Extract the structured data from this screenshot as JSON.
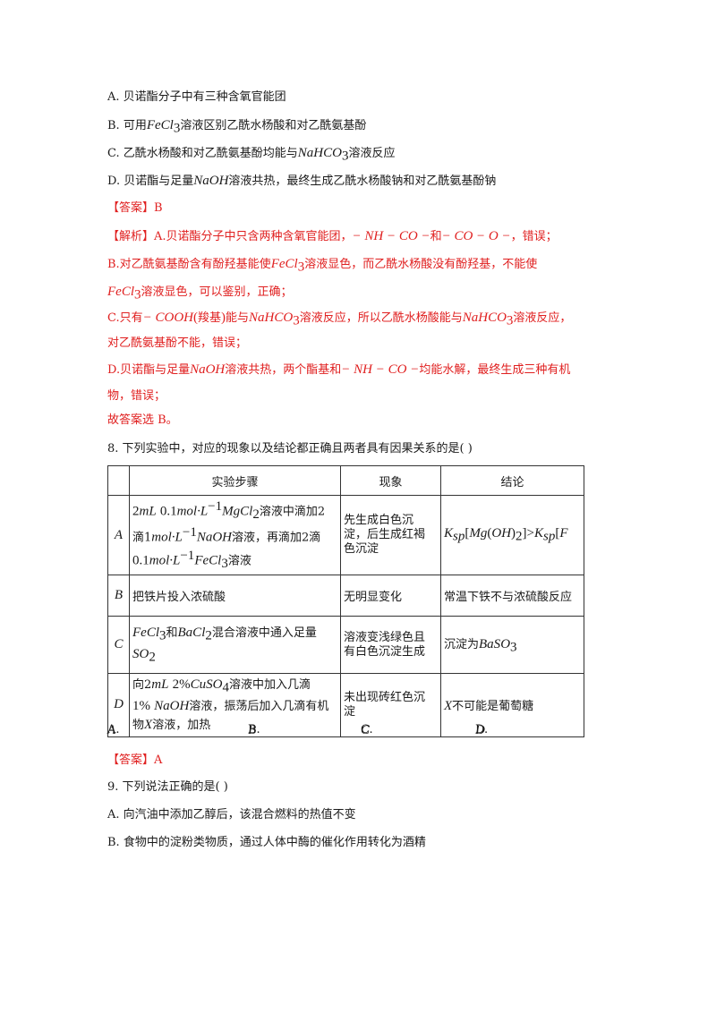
{
  "q7": {
    "option_a": "A. 贝诺酯分子中有三种含氧官能团",
    "option_b": [
      "B. 可用",
      "FeC",
      "l",
      "3",
      "溶液区别乙酰水杨酸和对乙酰氨基酚"
    ],
    "option_c": [
      "C. 乙酰水杨酸和对乙酰氨基酚均能与",
      "NaHC",
      "O",
      "3",
      "溶液反应"
    ],
    "option_d": [
      "D. 贝诺酯与足量",
      "NaOH",
      "溶液共热，最终生成乙酰水杨酸钠和对乙酰氨基酚钠"
    ],
    "answer": "【答案】B",
    "analysis": {
      "l1": [
        "【解析】A.贝诺酯分子中只含两种含氧官能团，",
        "− NH − CO −",
        "和",
        "− CO − O −",
        "，错误；"
      ],
      "l2": [
        "B.对乙酰氨基酚含有酚羟基能使",
        "FeC",
        "l",
        "3",
        "溶液显色，而乙酰水杨酸没有酚羟基，不能使"
      ],
      "l3": [
        "FeC",
        "l",
        "3",
        "溶液显色，可以鉴别，正确；"
      ],
      "l4": [
        "C.只有",
        "− COOH",
        "(",
        "羧基",
        ")",
        "能与",
        "NaHC",
        "O",
        "3",
        "溶液反应，所以乙酰水杨酸能与",
        "NaHC",
        "O",
        "3",
        "溶液反应，"
      ],
      "l5": "对乙酰氨基酚不能，错误；",
      "l6": [
        "D.贝诺酯与足量",
        "NaOH",
        "溶液共热，两个酯基和",
        "− NH − CO −",
        "均能水解，最终生成三种有机"
      ],
      "l7": "物，错误；",
      "l8": "故答案选 B。"
    }
  },
  "q8": {
    "stem": "8. 下列实验中，对应的现象以及结论都正确且两者具有因果关系的是(    )",
    "headers": [
      "",
      "实验步骤",
      "现象",
      "结论"
    ],
    "rows": [
      {
        "label": "A",
        "step": [
          "2",
          "mL",
          "0.1",
          "mol·L",
          "−1",
          "MgC",
          "l",
          "2",
          "溶液中滴加2",
          "滴1",
          "mol·L",
          "−1",
          "NaOH",
          "溶液，再滴加2滴",
          "0.1",
          "mol·L",
          "−1",
          "FeC",
          "l",
          "3",
          "溶液"
        ],
        "phenomenon": [
          "先生成白色沉",
          "淀，后生成红褐",
          "色沉淀"
        ],
        "conclusion": [
          "K",
          "sp",
          "[",
          "Mg",
          "(",
          "OH",
          ")",
          "2",
          "]",
          ">",
          "K",
          "sp",
          "[",
          "F"
        ]
      },
      {
        "label": "B",
        "step": "把铁片投入浓硫酸",
        "phenomenon": "无明显变化",
        "conclusion": "常温下铁不与浓硫酸反应"
      },
      {
        "label": "C",
        "step": [
          "FeC",
          "l",
          "3",
          "和",
          "BaC",
          "l",
          "2",
          "混合溶液中通入足量",
          "SO",
          "2"
        ],
        "phenomenon": [
          "溶液变浅绿色且",
          "有白色沉淀生成"
        ],
        "conclusion": [
          "沉淀为",
          "BaS",
          "O",
          "3"
        ]
      },
      {
        "label": "D",
        "step": [
          "向2",
          "mL",
          "2%",
          "CuS",
          "O",
          "4",
          "溶液中加入几滴",
          "1%",
          "NaOH",
          "溶液，振荡后加入几滴有机",
          "物",
          "X",
          "溶液，加热"
        ],
        "phenomenon": [
          "未出现砖红色沉",
          "淀"
        ],
        "conclusion": [
          "X",
          "不可能是葡萄糖"
        ]
      }
    ],
    "options": [
      {
        "prefix": "A.",
        "value": "A"
      },
      {
        "prefix": "B.",
        "value": "B"
      },
      {
        "prefix": "C.",
        "value": "C"
      },
      {
        "prefix": "D.",
        "value": "D"
      }
    ],
    "answer": "【答案】A"
  },
  "q9": {
    "stem": "9. 下列说法正确的是(    )",
    "option_a": "A. 向汽油中添加乙醇后，该混合燃料的热值不变",
    "option_b": "B. 食物中的淀粉类物质，通过人体中酶的催化作用转化为酒精"
  },
  "colors": {
    "text": "#1a1a1a",
    "answer_red": "#e02020"
  }
}
